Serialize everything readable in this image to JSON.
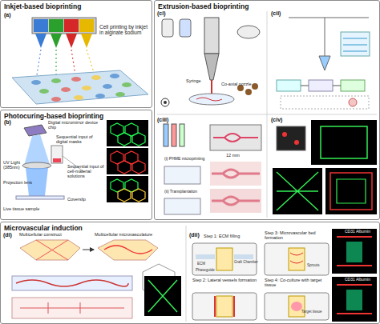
{
  "diagram": {
    "nodes": [
      {
        "text": [
          "Inkjet-based bioprinting"
        ]
      },
      {
        "text": [
          "Photocuring-based bioprinting"
        ]
      },
      {
        "text": [
          "Extrusion-based bioprinting"
        ]
      },
      {
        "text": [
          "Microvascular induction"
        ]
      }
    ],
    "labels": [
      "(a)",
      "Cell printing by inkjet in alginate sodium",
      "(b)",
      "Digital micromirror device chip",
      "Sequential input of digital masks",
      "UV Light (385nm)",
      "Projection lens",
      "Sequential input of cell-material solutions",
      "Coverslip",
      "(ci)",
      "(cii)",
      "(ciii)",
      "(civ)",
      "12 mm",
      "(i) PHME microprinting",
      "(ii) Transplantation",
      "(di)",
      "Multicellular construct",
      "Multicellular microvasculature",
      "(dii)",
      "Step 1: ECM filling",
      "Step 2: Lateral vessels formation",
      "Step 3: Microvascular bed formation",
      "Step 4: Co-culture with target tissue",
      "Graft Chamber",
      "ECM",
      "Phaseguide",
      "Sprouts",
      "Target tissue",
      "CD31 Albumin",
      "CD31 Albumin",
      "Live tissue sample",
      "Syringe",
      "Co-axial nozzle"
    ]
  }
}
